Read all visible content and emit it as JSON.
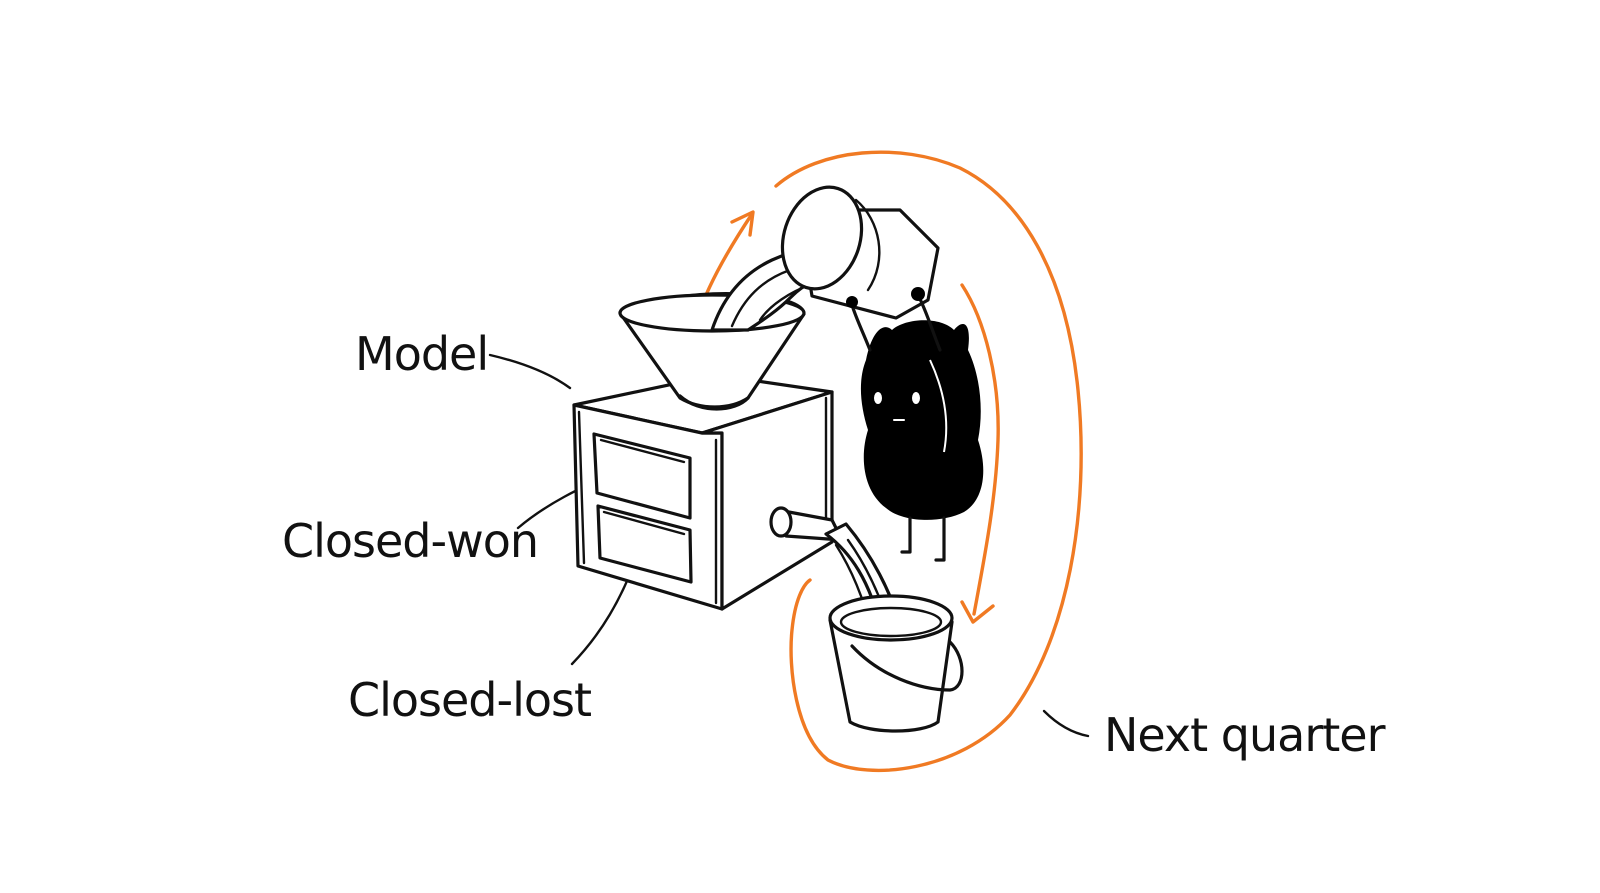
{
  "labels": {
    "model": "Model",
    "closed_won": "Closed-won",
    "closed_lost": "Closed-lost",
    "next_quarter": "Next quarter"
  },
  "icons": {
    "machine": "model-machine-icon",
    "funnel": "funnel-icon",
    "bucket": "bucket-icon",
    "cat": "cat-character-icon",
    "cycle_arrow": "cycle-arrow-icon"
  },
  "colors": {
    "ink": "#111111",
    "accent": "#f07a23",
    "background": "#ffffff"
  }
}
